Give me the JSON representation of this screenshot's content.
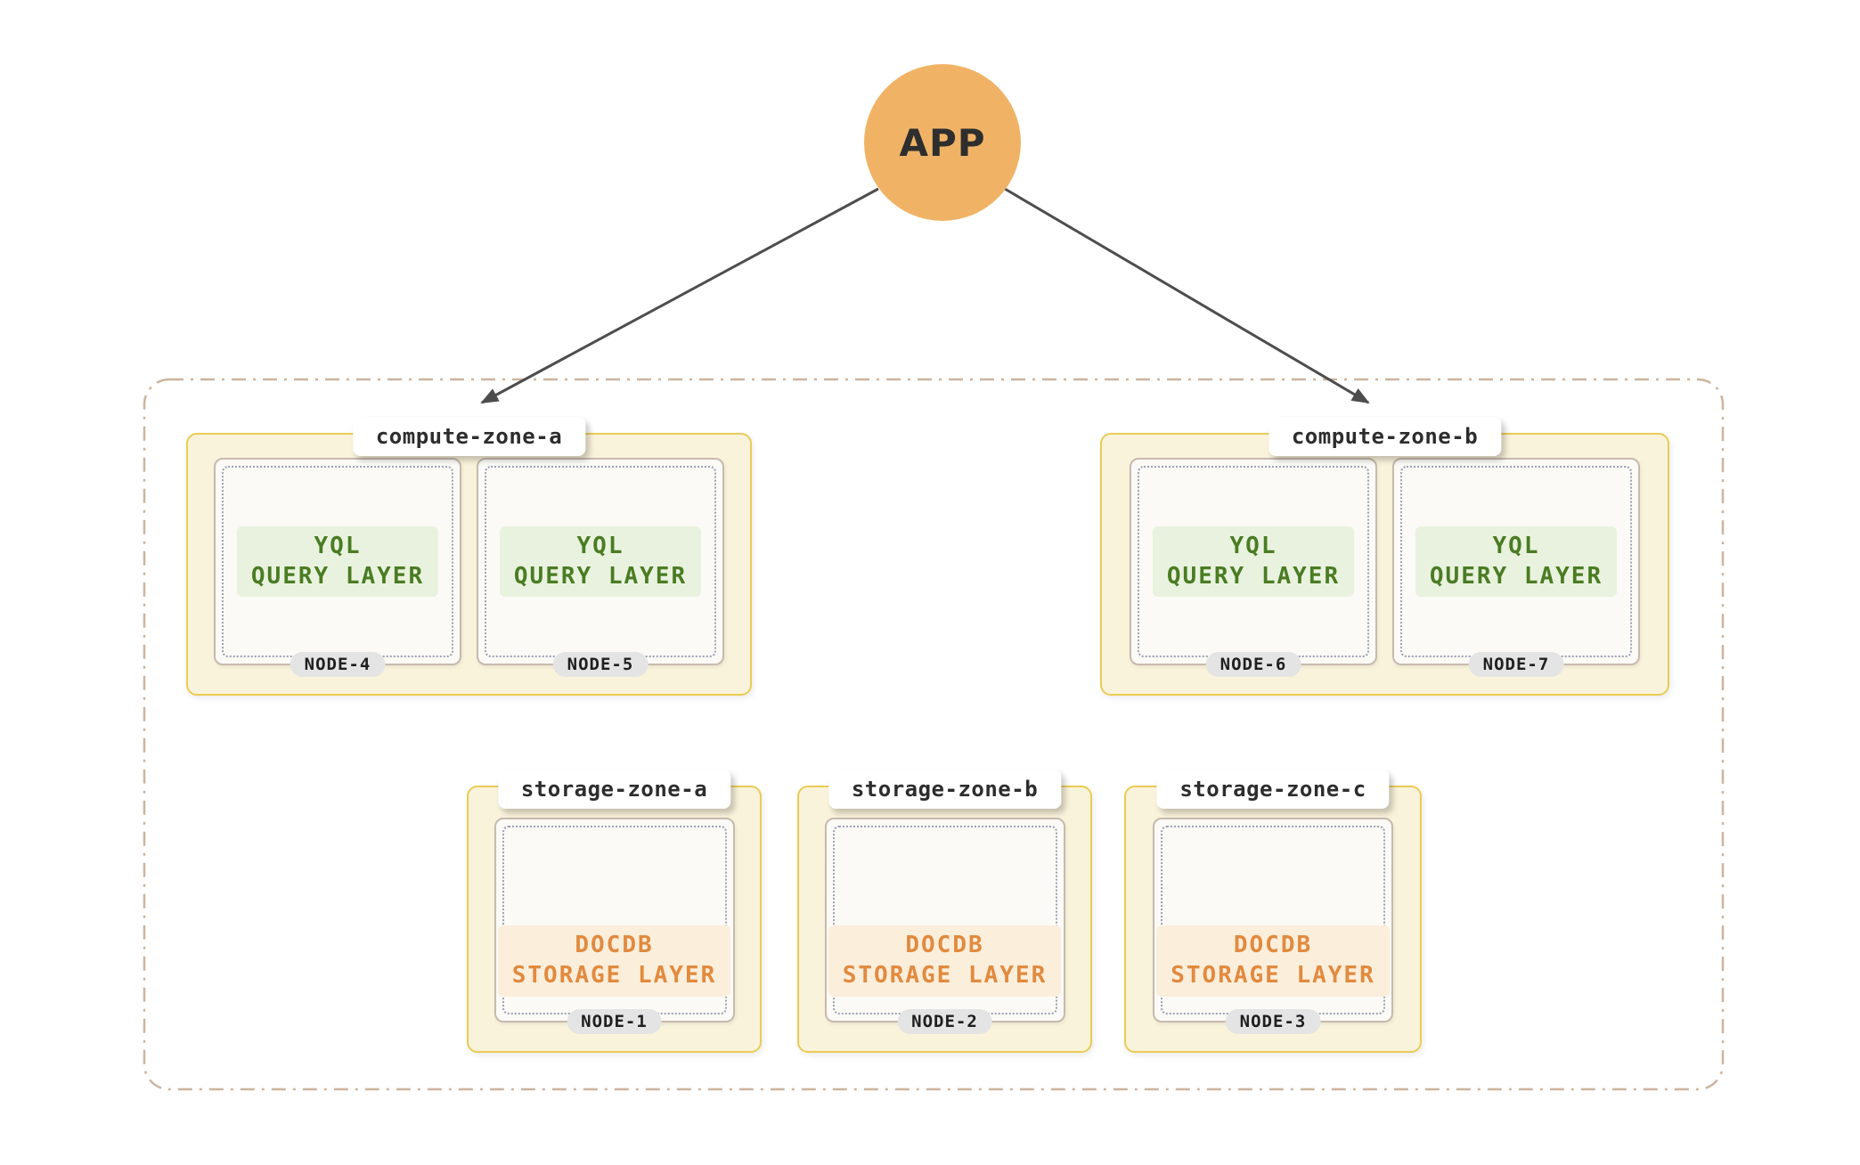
{
  "app": {
    "label": "APP"
  },
  "colors": {
    "app_circle": "#F0B366",
    "zone_fill": "#FAF3DB",
    "zone_border": "#EACC55",
    "compute_text": "#4A7C23",
    "compute_badge_bg": "#E9F2DE",
    "storage_text": "#E18A3E",
    "storage_badge_bg": "#FBEEDB",
    "boundary_dash": "#CDB49F",
    "arrow": "#4D4D4D"
  },
  "zones": {
    "compute": [
      {
        "label": "compute-zone-a",
        "nodes": [
          {
            "name": "NODE-4",
            "layer": {
              "line1": "YQL",
              "line2": "QUERY LAYER"
            }
          },
          {
            "name": "NODE-5",
            "layer": {
              "line1": "YQL",
              "line2": "QUERY LAYER"
            }
          }
        ]
      },
      {
        "label": "compute-zone-b",
        "nodes": [
          {
            "name": "NODE-6",
            "layer": {
              "line1": "YQL",
              "line2": "QUERY LAYER"
            }
          },
          {
            "name": "NODE-7",
            "layer": {
              "line1": "YQL",
              "line2": "QUERY LAYER"
            }
          }
        ]
      }
    ],
    "storage": [
      {
        "label": "storage-zone-a",
        "nodes": [
          {
            "name": "NODE-1",
            "layer": {
              "line1": "DOCDB",
              "line2": "STORAGE LAYER"
            }
          }
        ]
      },
      {
        "label": "storage-zone-b",
        "nodes": [
          {
            "name": "NODE-2",
            "layer": {
              "line1": "DOCDB",
              "line2": "STORAGE LAYER"
            }
          }
        ]
      },
      {
        "label": "storage-zone-c",
        "nodes": [
          {
            "name": "NODE-3",
            "layer": {
              "line1": "DOCDB",
              "line2": "STORAGE LAYER"
            }
          }
        ]
      }
    ]
  }
}
